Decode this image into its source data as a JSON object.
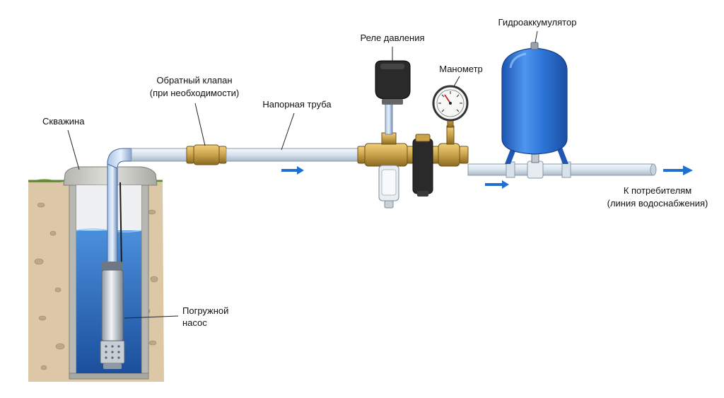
{
  "labels": {
    "well": "Скважина",
    "check_valve_line1": "Обратный клапан",
    "check_valve_line2": "(при необходимости)",
    "pressure_pipe": "Напорная труба",
    "pressure_switch": "Реле давления",
    "manometer": "Манометр",
    "accumulator": "Гидроаккумулятор",
    "pump_line1": "Погружной",
    "pump_line2": "насос",
    "consumers_line1": "К потребителям",
    "consumers_line2": "(линия водоснабжения)"
  },
  "colors": {
    "pipe": "#dfe8f1",
    "pipe_edge": "#8c9aa8",
    "water": "#2f73c4",
    "water_dark": "#1c4f98",
    "brass": "#c9a24a",
    "tank": "#2a72d4",
    "soil": "#d9c6a6",
    "flow_arrow": "#1f6fd1",
    "switch_body": "#222222"
  },
  "icons": [
    "flow-arrow-icon",
    "gauge-icon"
  ]
}
